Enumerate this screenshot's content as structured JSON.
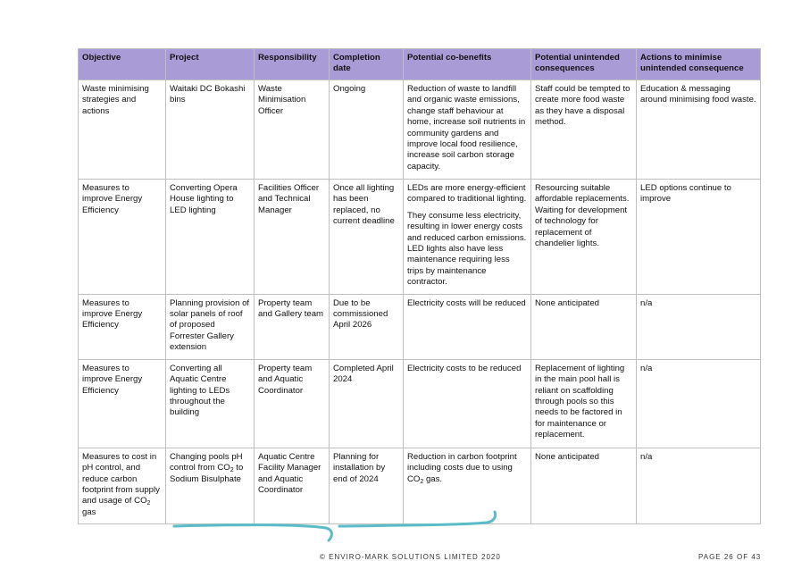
{
  "table": {
    "headers": [
      "Objective",
      "Project",
      "Responsibility",
      "Completion date",
      "Potential co-benefits",
      "Potential unintended consequences",
      "Actions to minimise unintended consequence"
    ],
    "rows": [
      {
        "objective": "Waste minimising strategies and actions",
        "project": "Waitaki DC Bokashi bins",
        "responsibility": "Waste Minimisation Officer",
        "completion": "Ongoing",
        "cobenefits": [
          "Reduction of waste to landfill and organic waste emissions, change staff behaviour at home, increase soil nutrients in community gardens and improve local food resilience, increase soil carbon storage capacity."
        ],
        "consequences": "Staff could be tempted to create more food waste as they have a disposal method.",
        "actions": "Education & messaging around minimising food waste."
      },
      {
        "objective": "Measures to improve Energy Efficiency",
        "project": "Converting Opera House lighting to LED lighting",
        "responsibility": "Facilities Officer and Technical Manager",
        "completion": "Once all lighting has been replaced, no current deadline",
        "cobenefits": [
          "LEDs are more energy-efficient compared to traditional lighting.",
          "They consume less electricity, resulting in lower energy costs and reduced carbon emissions. LED lights also have less maintenance requiring less trips by maintenance contractor."
        ],
        "consequences": "Resourcing suitable affordable replacements. Waiting for development of technology for replacement of chandelier lights.",
        "actions": "LED options continue to improve"
      },
      {
        "objective": "Measures to improve Energy Efficiency",
        "project": "Planning provision of solar panels of roof of proposed Forrester Gallery extension",
        "responsibility": "Property team and Gallery team",
        "completion": "Due to be commissioned April 2026",
        "cobenefits": [
          "Electricity costs will be reduced"
        ],
        "consequences": "None anticipated",
        "actions": "n/a"
      },
      {
        "objective": "Measures to improve Energy Efficiency",
        "project": "Converting all Aquatic Centre lighting to LEDs throughout the building",
        "responsibility": "Property team and Aquatic Coordinator",
        "completion": "Completed April 2024",
        "cobenefits": [
          "Electricity costs to be reduced"
        ],
        "consequences": "Replacement of lighting in the main pool hall is reliant on scaffolding through pools so this needs to be factored in for maintenance or replacement.",
        "actions": "n/a"
      }
    ],
    "last_row": {
      "objective_pre": "Measures to cost in pH control, and reduce carbon footprint from supply and usage of CO",
      "objective_sub": "2",
      "objective_post": " gas",
      "project_pre": "Changing pools pH control from CO",
      "project_sub": "2",
      "project_post": " to Sodium Bisulphate",
      "responsibility": "Aquatic Centre Facility Manager and Aquatic Coordinator",
      "completion": "Planning for installation by end of 2024",
      "cobenefits_pre": "Reduction in carbon footprint including costs due to using CO",
      "cobenefits_sub": "2",
      "cobenefits_post": " gas.",
      "consequences": "None anticipated",
      "actions": "n/a"
    }
  },
  "footer": {
    "copyright": "© ENVIRO-MARK SOLUTIONS LIMITED 2020",
    "page": "PAGE 26 OF 43"
  },
  "colors": {
    "header_bg": "#a99bd6",
    "wave_teal": "#5bbcc8",
    "wave_purple": "#4a3c8c"
  }
}
